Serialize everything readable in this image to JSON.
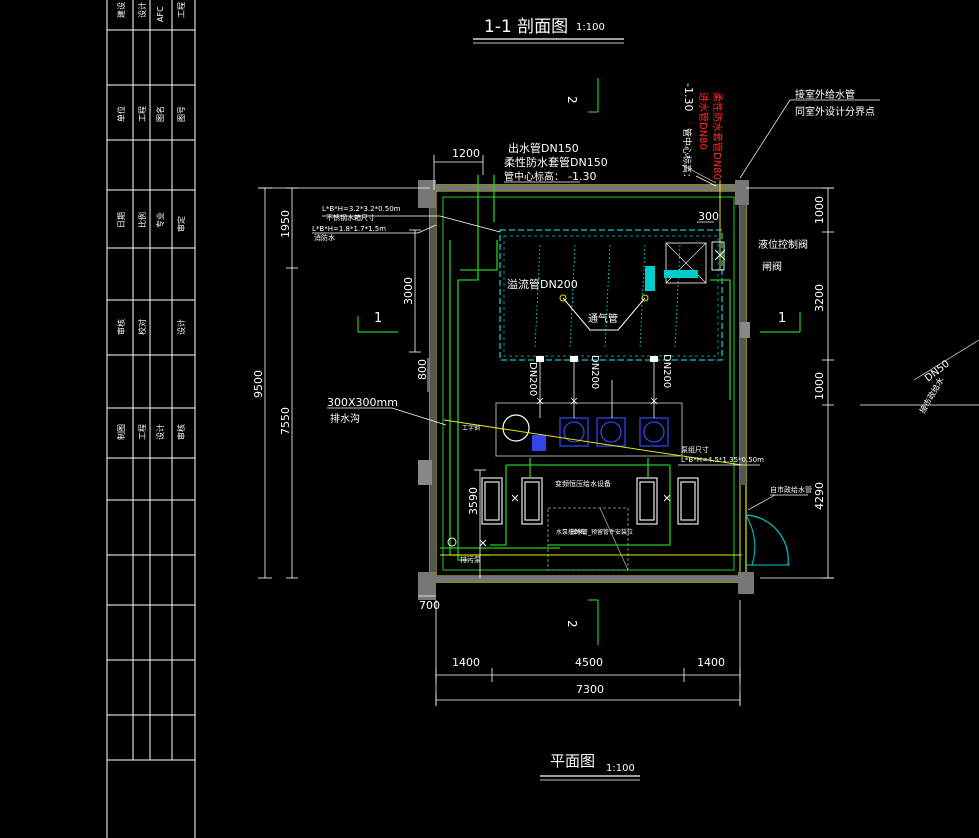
{
  "titles": {
    "section_title": "1-1 剖面图",
    "section_scale": "1:100",
    "plan_title": "平面图",
    "plan_scale": "1:100"
  },
  "dimensions": {
    "left_total": "9500",
    "left_1950": "1950",
    "left_7550": "7550",
    "inner_3000": "3000",
    "inner_800": "800",
    "inner_3590": "3590",
    "top_1200": "1200",
    "top_300": "300",
    "bottom_700": "700",
    "bottom_1400a": "1400",
    "bottom_4500": "4500",
    "bottom_1400b": "1400",
    "bottom_total": "7300",
    "right_1000a": "1000",
    "right_3200": "3200",
    "right_1000b": "1000",
    "right_4290": "4290"
  },
  "annotations": {
    "outlet_pipe": "出水管DN150",
    "flexible_pipe": "柔性防水套管DN150",
    "pipe_center": "管中心标高：",
    "pipe_center_value": "-1.30",
    "overflow_pipe": "溢流管DN200",
    "vent_pipe": "通气管",
    "tank_dim1": "L*B*H=3.2*3.2*0.50m",
    "tank_note1": "不锈钢水箱尺寸",
    "tank_dim2": "L*B*H=1.8*1.7*1.5m",
    "tank_note2": "消防水",
    "drain_ditch": "300X300mm",
    "drain_ditch_label": "排水沟",
    "pump_label": "工字钢",
    "pump_dim": "L*B*H=4.5*1.35*0.50m",
    "pump_note": "泵组尺寸",
    "pressure_tank": "变频恒压给水设备",
    "control_cabinet": "水泵控制柜",
    "bottom_note": "出水管_预留管件安装位",
    "drain_pump": "排污泵",
    "dn200a": "DN200",
    "dn200b": "DN200",
    "dn200c": "DN200",
    "liquid_valve": "液位控制阀",
    "valve": "闸阀",
    "city_inlet": "自市政给水管",
    "outdoor_supply": "接室外给水管",
    "outdoor_boundary": "同室外设计分界点",
    "red_pipe1": "进水管DN80",
    "red_pipe2": "柔性防水套管DN80",
    "top_pipe_center": "管中心标高：",
    "top_pipe_value": "-1.30",
    "dn50": "DN50",
    "dn50_note": "接市政给水",
    "section_mark_left": "1",
    "section_mark_right": "1",
    "section_mark_top": "2",
    "section_mark_bottom": "2"
  },
  "title_block": {
    "cells": [
      "建设",
      "设计",
      "AFC",
      "工程",
      "单位",
      "工程",
      "图名",
      "图号",
      "日期",
      "比例",
      "专业",
      "审定",
      "审核",
      "校对",
      "设计",
      "制图",
      "工程",
      "设计",
      "审核"
    ]
  }
}
